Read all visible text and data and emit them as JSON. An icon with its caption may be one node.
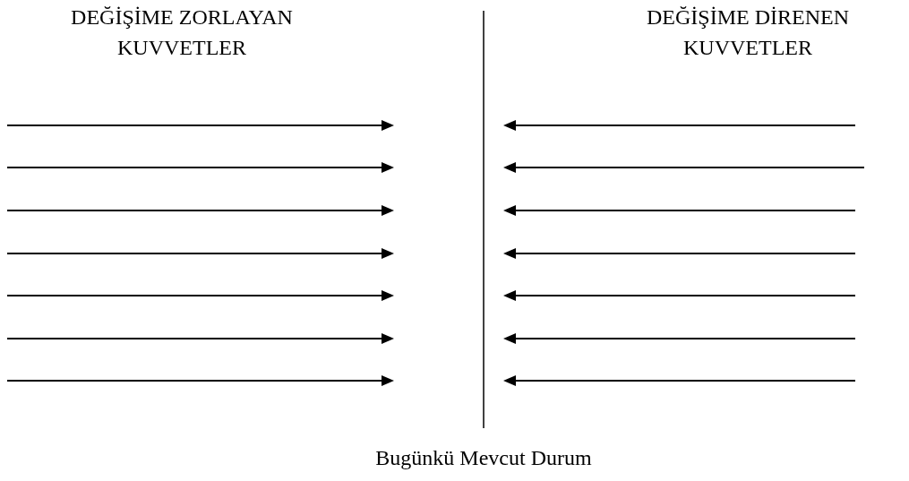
{
  "diagram": {
    "labels": [
      "DEĞİŞİME ZORLAYAN KUVVETLER",
      "DEĞİŞİME DİRENEN KUVVETLER",
      "Bugünkü Mevcut Durum"
    ]
  }
}
